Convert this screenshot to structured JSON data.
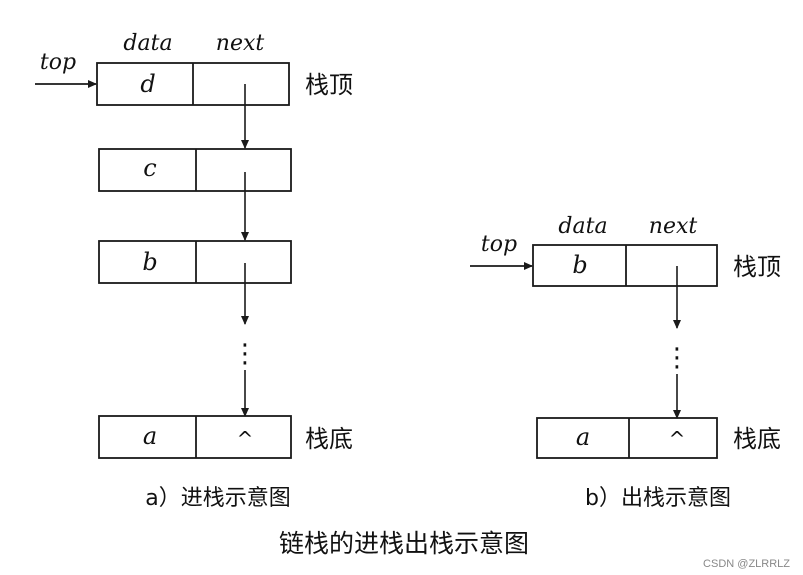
{
  "left_diagram": {
    "top_label": "top",
    "header_data": "data",
    "header_next": "next",
    "nodes": [
      {
        "data": "d",
        "next": ""
      },
      {
        "data": "c",
        "next": ""
      },
      {
        "data": "b",
        "next": ""
      },
      {
        "data": "a",
        "next": "^"
      }
    ],
    "stack_top_label": "栈顶",
    "stack_bottom_label": "栈底",
    "caption": "a）进栈示意图",
    "ellipsis": "⋮"
  },
  "right_diagram": {
    "top_label": "top",
    "header_data": "data",
    "header_next": "next",
    "nodes": [
      {
        "data": "b",
        "next": ""
      },
      {
        "data": "a",
        "next": "^"
      }
    ],
    "stack_top_label": "栈顶",
    "stack_bottom_label": "栈底",
    "caption": "b）出栈示意图",
    "ellipsis": "⋮"
  },
  "main_caption": "链栈的进栈出栈示意图",
  "watermark": "CSDN @ZLRRLZ",
  "colors": {
    "line": "#1a1a1a",
    "text": "#111111",
    "watermark": "#888888",
    "background": "#ffffff"
  }
}
